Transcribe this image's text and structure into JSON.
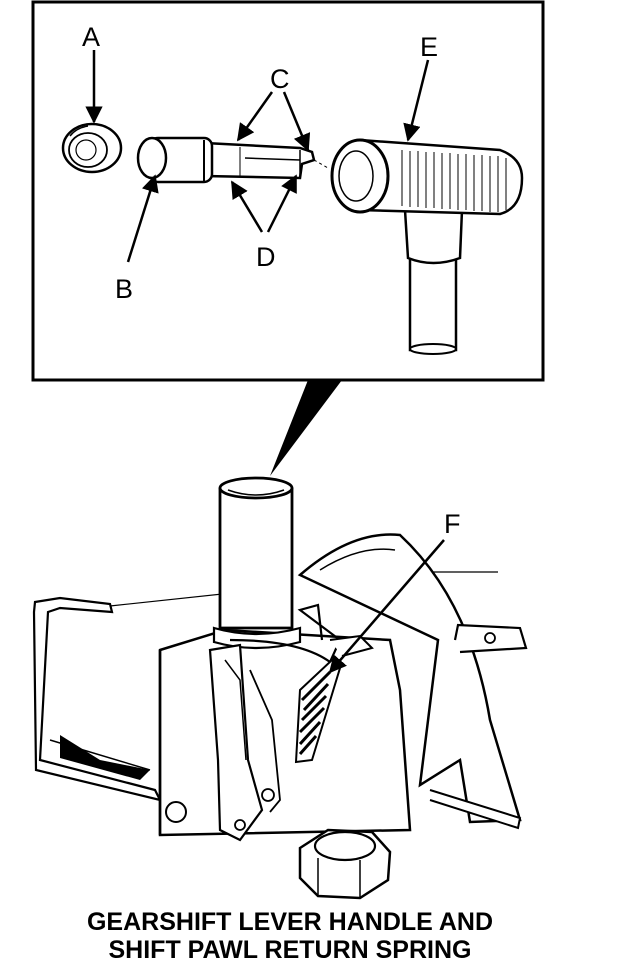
{
  "labels": {
    "a": "A",
    "b": "B",
    "c": "C",
    "d": "D",
    "e": "E",
    "f": "F"
  },
  "caption": {
    "line1": "GEARSHIFT LEVER HANDLE AND",
    "line2": "SHIFT PAWL RETURN SPRING"
  }
}
